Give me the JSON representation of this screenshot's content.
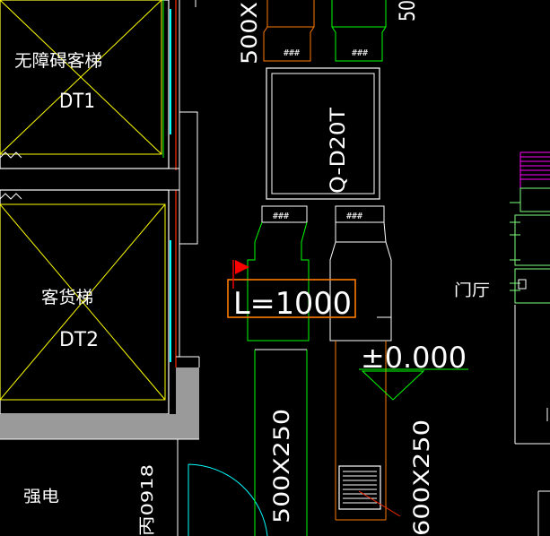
{
  "labels": {
    "elevator_1_name": "无障碍客梯",
    "elevator_1_code": "DT1",
    "elevator_2_name": "客货梯",
    "elevator_2_code": "DT2",
    "room_power": "强电",
    "room_lobby": "门厅",
    "wall_mark": "丙0918",
    "duct_top_left": "500X",
    "duct_top_right": "50",
    "equipment_tag": "Q-D20T",
    "measure_length": "L=1000",
    "elevation": "±0.000",
    "duct_lower_left": "500X250",
    "duct_lower_right": "600X250"
  },
  "colors": {
    "background": "#000000",
    "white_line": "#ffffff",
    "yellow_line": "#ffff00",
    "green_line": "#00ff00",
    "cyan_line": "#00ffff",
    "red_line": "#ff2a00",
    "orange_box": "#ff7a00",
    "magenta_line": "#ff00ff",
    "gray_fill": "#9a9a9a",
    "light_green_line": "#7fff7f",
    "flag_red": "#ff0000"
  },
  "icons": {
    "flag": "red-flag-marker",
    "elevation": "elevation-triangle"
  }
}
